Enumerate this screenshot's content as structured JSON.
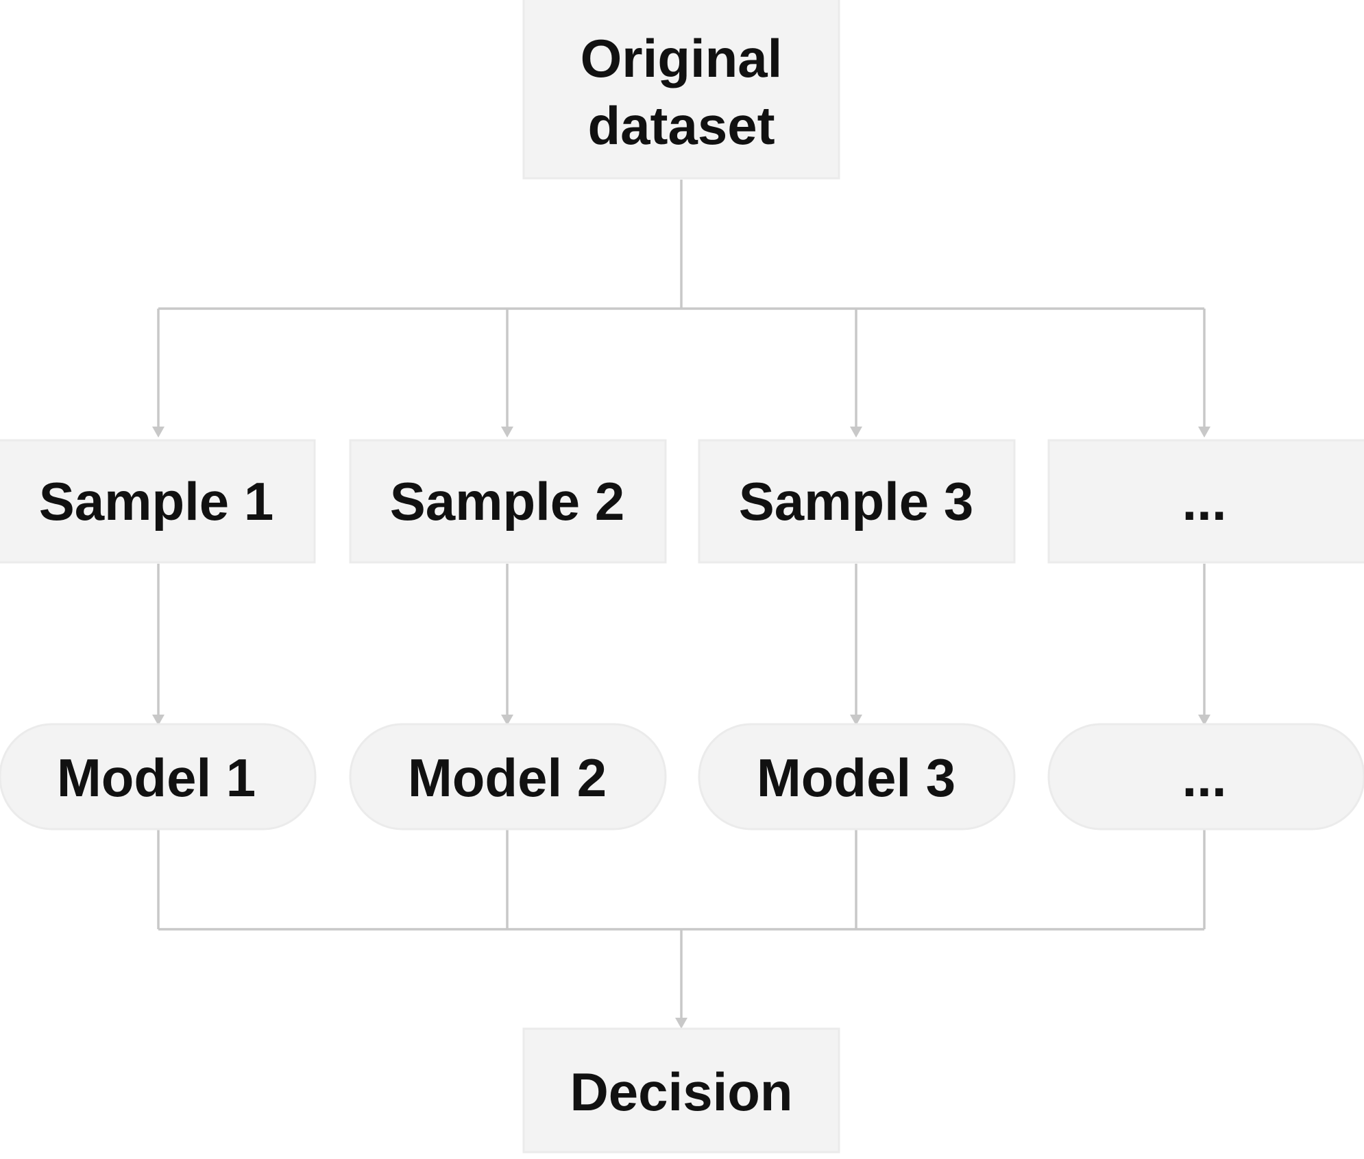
{
  "nodes": {
    "original": {
      "lines": [
        "Original",
        "dataset"
      ]
    },
    "samples": [
      {
        "label": "Sample 1"
      },
      {
        "label": "Sample 2"
      },
      {
        "label": "Sample 3"
      },
      {
        "label": "..."
      }
    ],
    "models": [
      {
        "label": "Model 1"
      },
      {
        "label": "Model 2"
      },
      {
        "label": "Model 3"
      },
      {
        "label": "..."
      }
    ],
    "decision": {
      "label": "Decision"
    }
  },
  "colors": {
    "box_fill": "#f3f3f3",
    "box_stroke": "#ebebeb",
    "connector": "#c8c8c8",
    "text": "#111111"
  }
}
